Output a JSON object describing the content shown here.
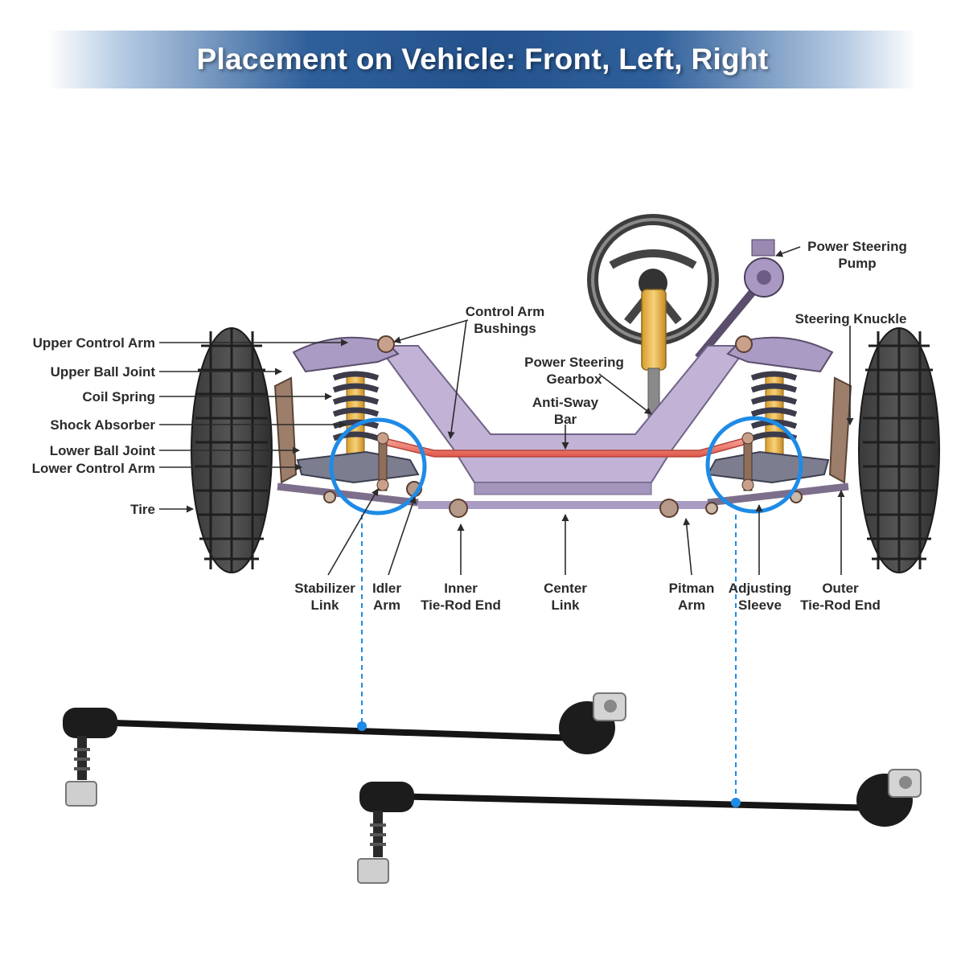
{
  "banner": {
    "title": "Placement on Vehicle: Front, Left, Right"
  },
  "labels": {
    "upper_control_arm": "Upper Control Arm",
    "upper_ball_joint": "Upper Ball Joint",
    "coil_spring": "Coil Spring",
    "shock_absorber": "Shock Absorber",
    "lower_ball_joint": "Lower Ball Joint",
    "lower_control_arm": "Lower Control Arm",
    "tire": "Tire",
    "control_arm_bushings": [
      "Control Arm",
      "Bushings"
    ],
    "power_steering_gearbox": [
      "Power Steering",
      "Gearbox"
    ],
    "anti_sway_bar": [
      "Anti-Sway",
      "Bar"
    ],
    "power_steering_pump": [
      "Power Steering",
      "Pump"
    ],
    "steering_knuckle": "Steering Knuckle",
    "stabilizer_link": [
      "Stabilizer",
      "Link"
    ],
    "idler_arm": [
      "Idler",
      "Arm"
    ],
    "inner_tie_rod_end": [
      "Inner",
      "Tie-Rod End"
    ],
    "center_link": [
      "Center",
      "Link"
    ],
    "pitman_arm": [
      "Pitman",
      "Arm"
    ],
    "adjusting_sleeve": [
      "Adjusting",
      "Sleeve"
    ],
    "outer_tie_rod_end": [
      "Outer",
      "Tie-Rod End"
    ]
  },
  "colors": {
    "banner_blue": "#24528c",
    "highlight_ring": "#1e8be6",
    "anti_sway_bar": "#ee7466",
    "frame_purple": "#c1b2d6",
    "link_black": "#151515"
  }
}
